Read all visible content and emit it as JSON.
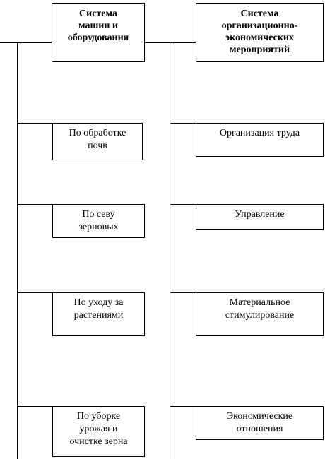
{
  "diagram": {
    "left_column": {
      "header": "Система\nмашин и\nоборудования",
      "items": [
        "По обработке\nпочв",
        "По севу\nзерновых",
        "По уходу за\nрастениями",
        "По уборке\nурожая и\nочистке зерна"
      ]
    },
    "right_column": {
      "header": "Система\nорганизационно-\nэкономических\nмероприятий",
      "items": [
        "Организация труда",
        "Управление",
        "Материальное\nстимулирование",
        "Экономические\nотношения"
      ]
    }
  }
}
